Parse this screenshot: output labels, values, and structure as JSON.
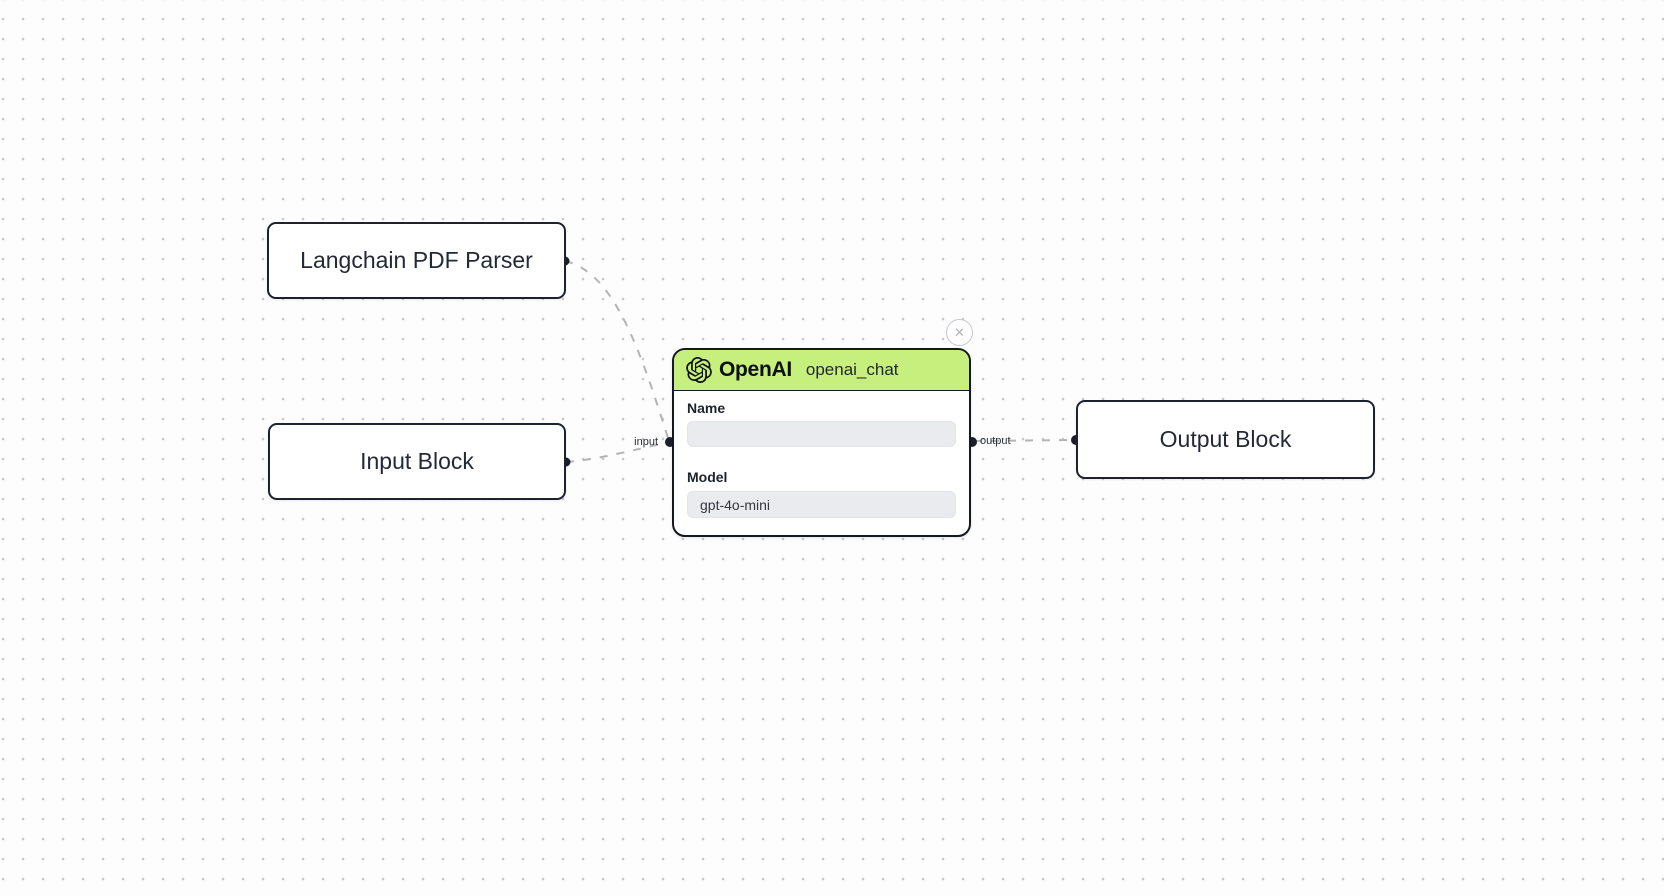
{
  "canvas": {
    "background": "#fdfdfd",
    "dot_color": "#c9c9c9"
  },
  "nodes": {
    "pdf_parser": {
      "label": "Langchain PDF Parser"
    },
    "input_block": {
      "label": "Input Block"
    },
    "output_block": {
      "label": "Output Block"
    },
    "openai": {
      "title": "OpenAI",
      "tag": "openai_chat",
      "header_color": "#c6ef7d",
      "name_field": {
        "label": "Name",
        "value": ""
      },
      "model_field": {
        "label": "Model",
        "value": "gpt-4o-mini"
      }
    }
  },
  "ports": {
    "input_label": "input",
    "output_label": "output"
  },
  "icons": {
    "close": "✕"
  }
}
